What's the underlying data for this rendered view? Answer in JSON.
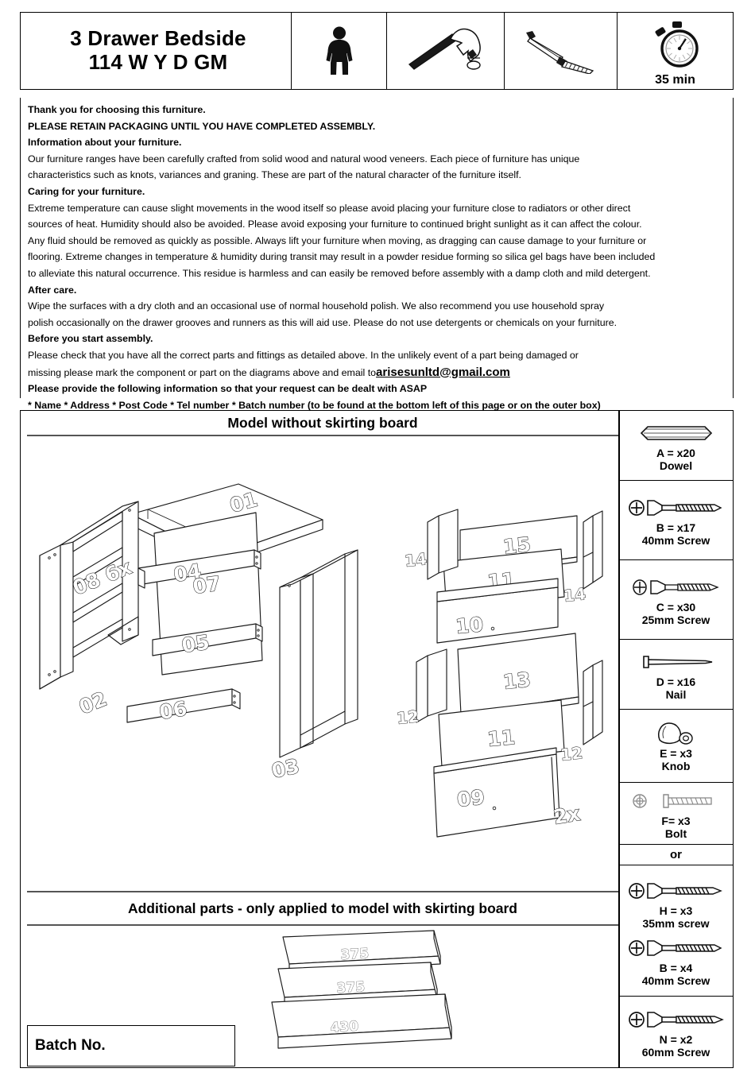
{
  "header": {
    "title_line1": "3 Drawer Bedside",
    "title_line2": "114 W Y D GM",
    "person_icon": "person-icon",
    "hammer_icon": "hammer-icon",
    "screwdriver_icon": "screwdriver-icon",
    "stopwatch_icon": "stopwatch-icon",
    "time": "35 min"
  },
  "info": {
    "l1": "Thank you for choosing this furniture.",
    "l2": "PLEASE RETAIN PACKAGING UNTIL YOU HAVE COMPLETED ASSEMBLY.",
    "l3": "Information about your furniture.",
    "l4": "Our furniture ranges have been carefully crafted from solid wood and natural wood veneers. Each piece of furniture has unique",
    "l5": "characteristics such as knots, variances and graning. These are part of the natural character of the furniture itself.",
    "l6": "Caring for your furniture.",
    "l7": "Extreme temperature can cause slight movements in the wood itself so please avoid placing your furniture close to radiators or other direct",
    "l8": "sources of heat. Humidity should also be avoided. Please avoid exposing your furniture to continued bright sunlight as it can affect the colour.",
    "l9": "Any fluid should be removed as quickly as possible. Always lift your furniture when moving, as dragging can cause  damage to your furniture or",
    "l10": "flooring. Extreme changes in temperature & humidity during transit may result in a powder residue forming so silica gel bags have been included",
    "l11": "to alleviate this natural occurrence. This residue is harmless and can easily be removed before assembly with a damp cloth and mild detergent.",
    "l12": "After care.",
    "l13": "Wipe the surfaces with a dry cloth and an occasional use of normal household polish. We also recommend you use household spray",
    "l14": "polish occasionally on the drawer grooves and runners as this will aid use. Please do not use detergents or chemicals on your furniture.",
    "l15": "Before you start assembly.",
    "l16": "Please check that you have all the correct parts and fittings as detailed above. In the unlikely event of a part being damaged or",
    "l17_pre": "missing please mark  the component or part on the diagrams above and email to",
    "l17_email": "arisesunltd@gmail.com",
    "l18": "Please provide the following information so that your request can be dealt with ASAP",
    "l19": "* Name * Address * Post Code * Tel number * Batch number (to be found at the bottom left of this page or on the outer box)"
  },
  "sections": {
    "main_title": "Model without skirting board",
    "extra_title": "Additional parts - only applied to model with skirting board"
  },
  "diagram": {
    "labels": {
      "p01": "01",
      "p02": "02",
      "p03": "03",
      "p04": "04",
      "p05": "05",
      "p06": "06",
      "p07": "07",
      "p08": "08 6x",
      "p09": "09",
      "p10": "10",
      "p11a": "11",
      "p11b": "11",
      "p12a": "12",
      "p12b": "12",
      "p13": "13",
      "p14a": "14",
      "p14b": "14",
      "p15": "15",
      "qty": "2x"
    }
  },
  "skirting": {
    "b1": "375",
    "b2": "375",
    "b3": "430"
  },
  "parts_list": [
    {
      "code": "A = x20",
      "name": "Dowel",
      "icon": "dowel-icon"
    },
    {
      "code": "B = x17",
      "name": "40mm Screw",
      "icon": "screw-icon"
    },
    {
      "code": "C = x30",
      "name": "25mm Screw",
      "icon": "screw-icon"
    },
    {
      "code": "D = x16",
      "name": "Nail",
      "icon": "nail-icon"
    },
    {
      "code": "E = x3",
      "name": "Knob",
      "icon": "knob-icon"
    },
    {
      "code": "F= x3",
      "name": "Bolt",
      "icon": "bolt-icon"
    },
    {
      "code": "or",
      "name": "",
      "icon": "or-separator"
    },
    {
      "code": "H = x3",
      "name": "35mm screw",
      "icon": "screw-icon"
    }
  ],
  "extra_parts_list": [
    {
      "code": "B = x4",
      "name": "40mm Screw",
      "icon": "screw-icon"
    },
    {
      "code": "N = x2",
      "name": "60mm Screw",
      "icon": "screw-icon"
    }
  ],
  "footer": {
    "batch_label": "Batch No."
  },
  "colors": {
    "ink": "#000000",
    "line": "#1a1a1a",
    "rule": "#555555"
  }
}
